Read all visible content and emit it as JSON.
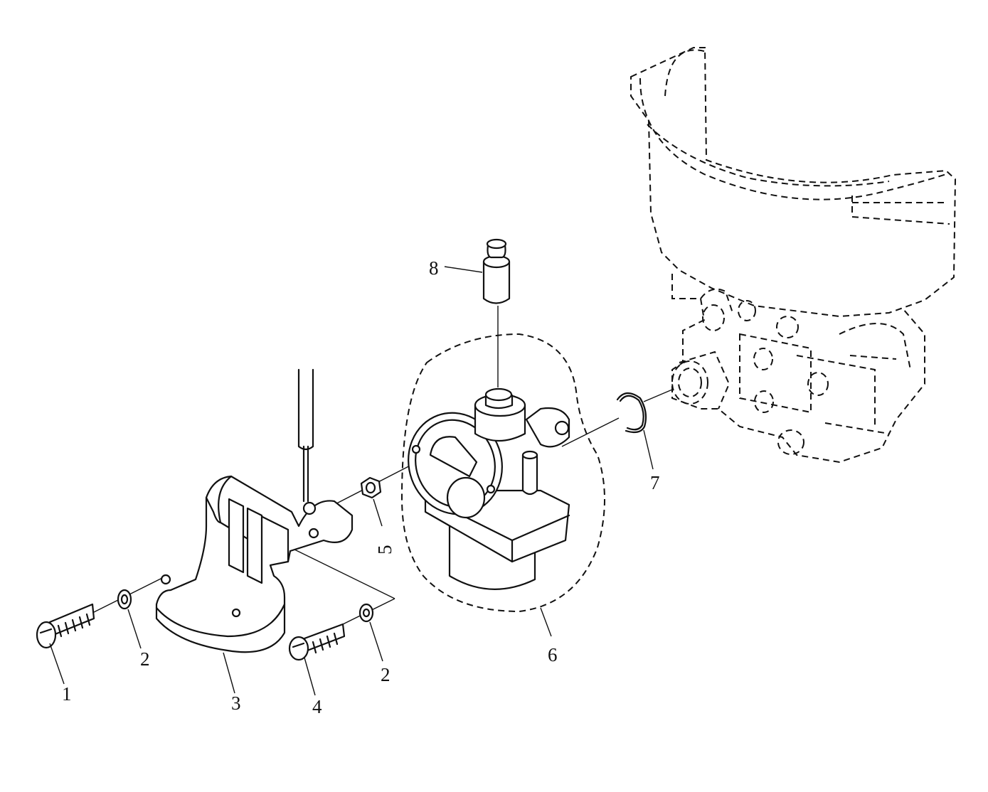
{
  "callouts": [
    {
      "id": "c1",
      "label": "1"
    },
    {
      "id": "c2a",
      "label": "2"
    },
    {
      "id": "c3",
      "label": "3"
    },
    {
      "id": "c4",
      "label": "4"
    },
    {
      "id": "c2b",
      "label": "2"
    },
    {
      "id": "c5",
      "label": "5"
    },
    {
      "id": "c6",
      "label": "6"
    },
    {
      "id": "c7",
      "label": "7"
    },
    {
      "id": "c8",
      "label": "8"
    }
  ]
}
